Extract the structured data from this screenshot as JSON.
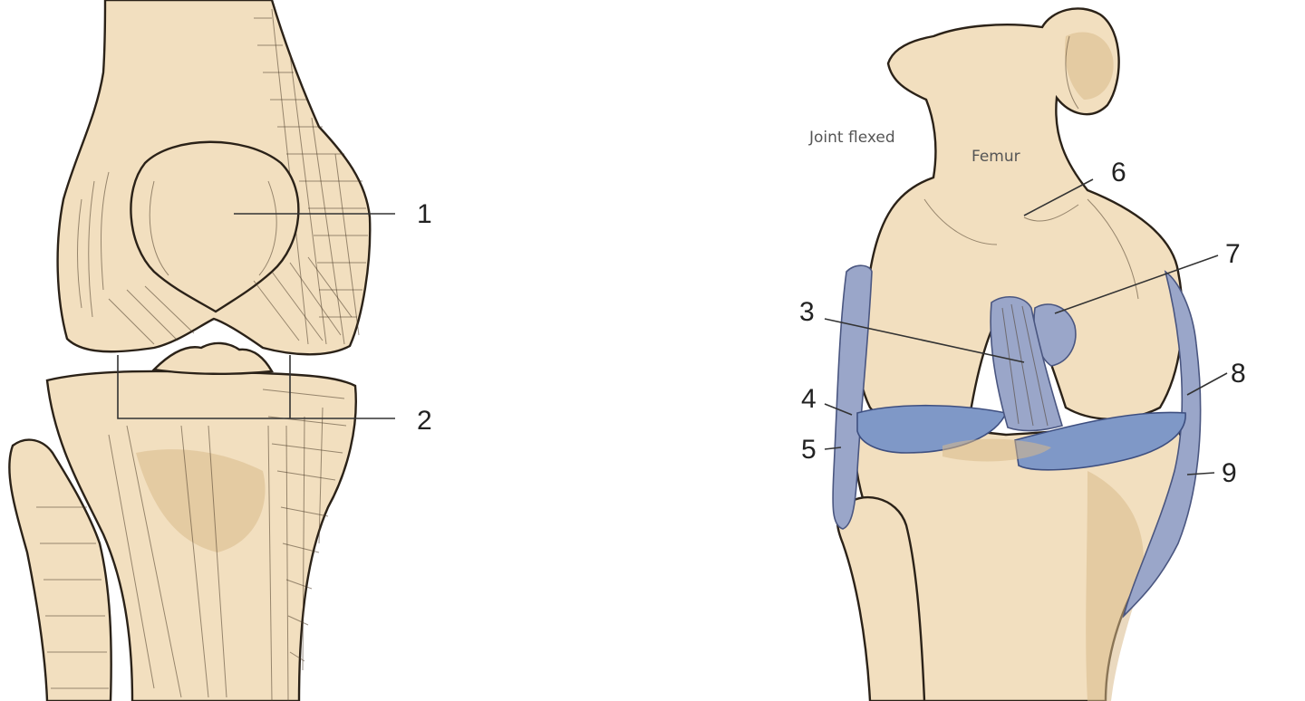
{
  "captions": {
    "joint_flexed": "Joint flexed",
    "femur": "Femur"
  },
  "labels": {
    "l1": "1",
    "l2": "2",
    "l3": "3",
    "l4": "4",
    "l5": "5",
    "l6": "6",
    "l7": "7",
    "l8": "8",
    "l9": "9"
  }
}
